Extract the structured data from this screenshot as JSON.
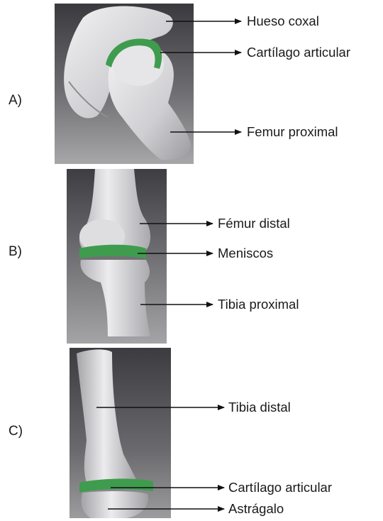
{
  "panels": [
    {
      "letter": "A)",
      "labels": [
        "Hueso coxal",
        "Cartílago articular",
        "Femur proximal"
      ]
    },
    {
      "letter": "B)",
      "labels": [
        "Fémur distal",
        "Meniscos",
        "Tibia proximal"
      ]
    },
    {
      "letter": "C)",
      "labels": [
        "Tibia distal",
        "Cartílago articular",
        "Astrágalo"
      ]
    }
  ],
  "colors": {
    "bone": "#d9d9dc",
    "cartilage": "#3d9a4c",
    "background_dark": "#3c3c40",
    "background_light": "#9a9a9c",
    "arrow": "#111111"
  }
}
